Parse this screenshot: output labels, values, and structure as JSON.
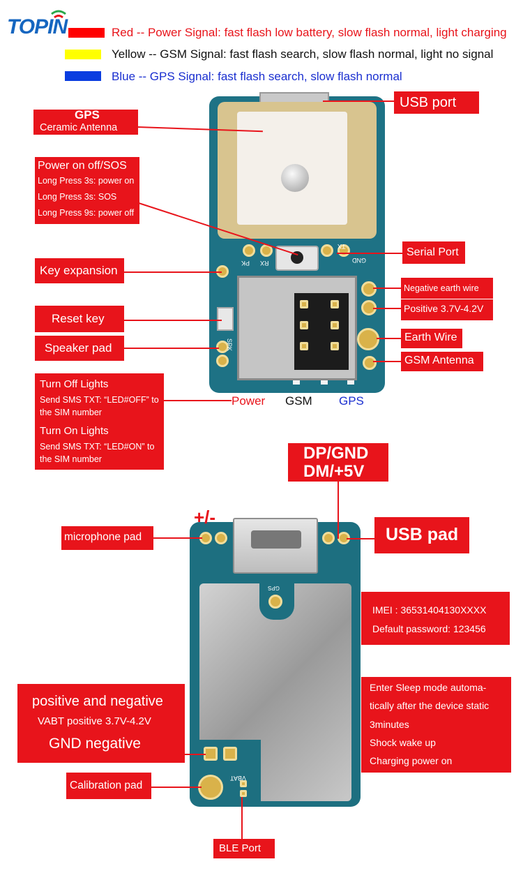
{
  "logo": {
    "text": "TOPIN"
  },
  "legend": [
    {
      "color": "#ff0000",
      "text": "Red -- Power Signal: fast flash low battery, slow flash normal, light charging",
      "text_color": "#e8141b"
    },
    {
      "color": "#ffff00",
      "text": "Yellow -- GSM Signal: fast flash search, slow flash normal, light no signal",
      "text_color": "#111111"
    },
    {
      "color": "#0a3de0",
      "text": "Blue -- GPS Signal: fast flash search, slow flash normal",
      "text_color": "#1a2fd0"
    }
  ],
  "front": {
    "usb_port": "USB port",
    "gps_title": "GPS",
    "gps_sub": "Ceramic Antenna",
    "power_title": "Power on off/SOS",
    "power_lines": [
      "Long Press 3s: power on",
      "Long Press 3s: SOS",
      "Long Press 9s: power off"
    ],
    "key_expansion": "Key expansion",
    "reset_key": "Reset key",
    "speaker_pad": "Speaker pad",
    "serial_port": "Serial Port",
    "negative_earth": "Negative earth wire",
    "positive": "Positive 3.7V-4.2V",
    "earth_wire": "Earth Wire",
    "gsm_antenna": "GSM Antenna",
    "led_power": "Power",
    "led_gsm": "GSM",
    "led_gps": "GPS",
    "lights_off_title": "Turn Off Lights",
    "lights_off_line1": "Send SMS TXT: “LED#OFF” to",
    "lights_off_line2": "the SIM number",
    "lights_on_title": "Turn On Lights",
    "lights_on_line1": "Send SMS TXT: “LED#ON” to",
    "lights_on_line2": "the SIM number",
    "silk_plus": "+",
    "silk_minus": "-",
    "silk_pk": "PK",
    "silk_rx": "RX",
    "silk_tx": "TX",
    "silk_gnd": "GND",
    "silk_spk": "SPK"
  },
  "back": {
    "dp_gnd": "DP/GND",
    "dm_5v": "DM/+5V",
    "usb_pad": "USB pad",
    "plus_minus": "+/-",
    "microphone_pad": "microphone pad",
    "imei": "IMEI : 36531404130XXXX",
    "password": "Default password: 123456",
    "pos_neg_title": "positive and negative",
    "vabt": "VABT positive 3.7V-4.2V",
    "gnd_negative": "GND negative",
    "sleep_lines": [
      "Enter Sleep mode automa-",
      "tically after the device static",
      "3minutes",
      "Shock wake up",
      "Charging power on"
    ],
    "calibration_pad": "Calibration pad",
    "ble_port": "BLE Port",
    "silk_gps": "GPS",
    "silk_vbat": "VBAT"
  }
}
